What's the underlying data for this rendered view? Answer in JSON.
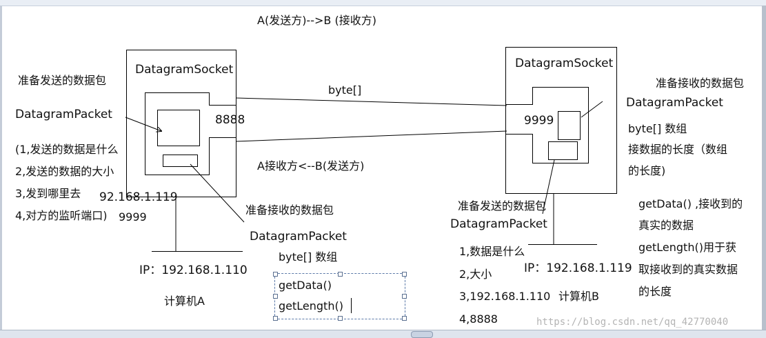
{
  "titles": {
    "a_to_b": "A(发送方)-->B (接收方)",
    "a_from_b": "A接收方<--B(发送方)",
    "channel": "byte[]"
  },
  "left": {
    "socket_label": "DatagramSocket",
    "send_packet_title": "准备发送的数据包",
    "send_packet_class": "DatagramPacket",
    "send_items": [
      "(1,发送的数据是什么",
      "2,发送的数据的大小",
      "3,发到哪里去",
      "4,对方的监听端口)"
    ],
    "target_ip": "92.168.1.119",
    "target_port": "9999",
    "port": "8888",
    "ip": "IP：192.168.1.110",
    "computer": "计算机A",
    "recv_packet_title": "准备接收的数据包",
    "recv_packet_class": "DatagramPacket",
    "recv_array": "byte[] 数组",
    "recv_methods": [
      "getData()",
      "getLength()"
    ]
  },
  "right": {
    "socket_label": "DatagramSocket",
    "port": "9999",
    "recv_packet_title": "准备接收的数据包",
    "recv_packet_class": "DatagramPacket",
    "recv_desc": [
      "byte[] 数组",
      "接数据的长度（数组",
      "的长度)"
    ],
    "send_packet_title": "准备发送的数据包",
    "send_packet_class": "DatagramPacket",
    "send_items": [
      "1,数据是什么",
      "2,大小",
      "3,192.168.1.110",
      "4,8888"
    ],
    "ip": "IP：192.168.1.119",
    "computer": "计算机B",
    "method_notes": [
      "getData() ,接收到的",
      "真实的数据",
      "getLength()用于获",
      "取接收到的真实数据",
      "的长度"
    ]
  },
  "watermark": "https://blog.csdn.net/qq_42770040"
}
